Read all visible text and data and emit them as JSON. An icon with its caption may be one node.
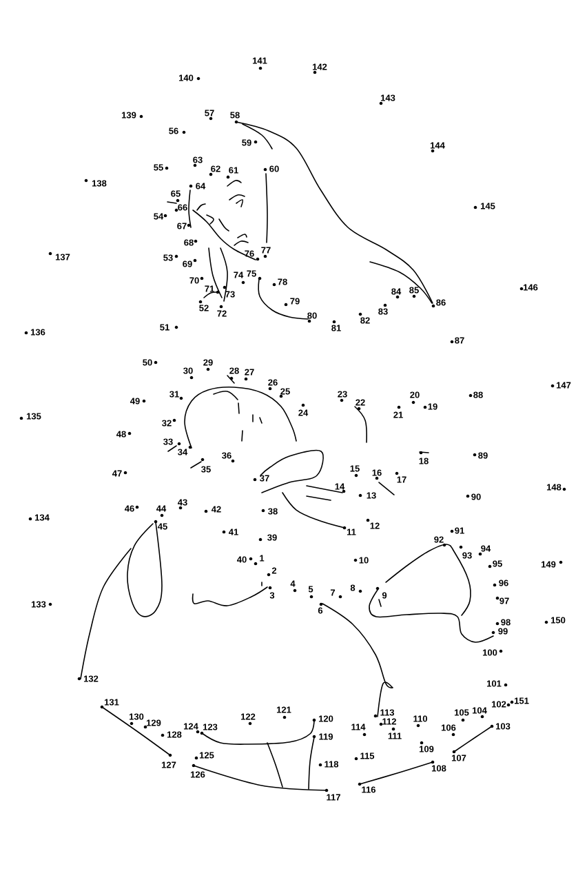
{
  "diagram": {
    "labels": [
      "1",
      "2",
      "3",
      "4",
      "5",
      "6",
      "7",
      "8",
      "9",
      "10",
      "11",
      "12",
      "13",
      "14",
      "15",
      "16",
      "17",
      "18",
      "19",
      "20",
      "21",
      "22",
      "23",
      "24",
      "25",
      "26",
      "27",
      "28",
      "29",
      "30",
      "31",
      "32",
      "33",
      "34",
      "35",
      "36",
      "37",
      "38",
      "39",
      "40",
      "41",
      "42",
      "43",
      "44",
      "45",
      "46",
      "47",
      "48",
      "49",
      "50",
      "51",
      "52",
      "53",
      "54",
      "55",
      "56",
      "57",
      "58",
      "59",
      "60",
      "61",
      "62",
      "63",
      "64",
      "65",
      "66",
      "67",
      "68",
      "69",
      "70",
      "71",
      "72",
      "73",
      "74",
      "75",
      "76",
      "77",
      "78",
      "79",
      "80",
      "81",
      "82",
      "83",
      "84",
      "85",
      "86",
      "87",
      "88",
      "89",
      "90",
      "91",
      "92",
      "93",
      "94",
      "95",
      "96",
      "97",
      "98",
      "99",
      "100",
      "101",
      "102",
      "103",
      "104",
      "105",
      "106",
      "107",
      "108",
      "109",
      "110",
      "111",
      "112",
      "113",
      "114",
      "115",
      "116",
      "117",
      "118",
      "119",
      "120",
      "121",
      "122",
      "123",
      "124",
      "125",
      "126",
      "127",
      "128",
      "129",
      "130",
      "131",
      "132",
      "133",
      "134",
      "135",
      "136",
      "137",
      "138",
      "139",
      "140",
      "141",
      "142",
      "143",
      "144",
      "145",
      "146",
      "147",
      "148",
      "149",
      "150",
      "151"
    ]
  }
}
